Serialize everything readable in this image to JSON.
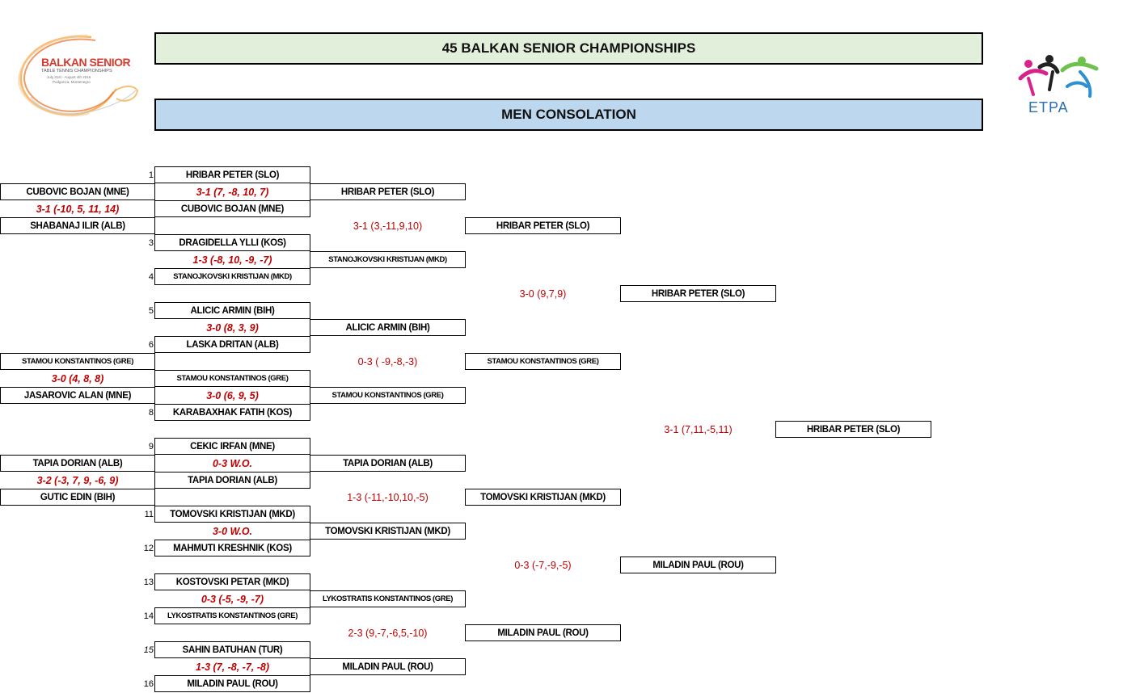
{
  "header": {
    "title": "45 BALKAN SENIOR CHAMPIONSHIPS",
    "subtitle": "MEN CONSOLATION"
  },
  "logo_left": {
    "line1": "BALKAN SENIOR",
    "line2": "TABLE TENNIS CHAMPIONSHIPS",
    "line3": "July 31st - August 4th 2016",
    "line4": "Podgorica, Montenegro"
  },
  "logo_right": {
    "text": "ETPA"
  },
  "colors": {
    "title_bg": "#e2efda",
    "subtitle_bg": "#bdd7ee",
    "score": "#c00000"
  },
  "seeds": [
    "1",
    "3",
    "4",
    "5",
    "6",
    "8",
    "9",
    "11",
    "12",
    "13",
    "14",
    "15",
    "16"
  ],
  "prelim": {
    "players": [
      "CUBOVIC BOJAN (MNE)",
      "SHABANAJ ILIR (ALB)",
      "STAMOU KONSTANTINOS (GRE)",
      "JASAROVIC ALAN (MNE)",
      "TAPIA DORIAN (ALB)",
      "GUTIC EDIN (BIH)"
    ],
    "scores": [
      "3-1 (-10, 5, 11, 14)",
      "3-0 (4, 8, 8)",
      "3-2 (-3, 7, 9, -6, 9)"
    ]
  },
  "round1": {
    "players": [
      "HRIBAR PETER (SLO)",
      "CUBOVIC BOJAN (MNE)",
      "DRAGIDELLA YLLI (KOS)",
      "STANOJKOVSKI KRISTIJAN (MKD)",
      "ALICIC ARMIN (BIH)",
      "LASKA DRITAN (ALB)",
      "STAMOU KONSTANTINOS (GRE)",
      "KARABAXHAK FATIH (KOS)",
      "CEKIC IRFAN (MNE)",
      "TAPIA DORIAN (ALB)",
      "TOMOVSKI KRISTIJAN (MKD)",
      "MAHMUTI KRESHNIK (KOS)",
      "KOSTOVSKI PETAR (MKD)",
      "LYKOSTRATIS KONSTANTINOS (GRE)",
      "SAHIN BATUHAN (TUR)",
      "MILADIN PAUL (ROU)"
    ],
    "scores": [
      "3-1 (7, -8, 10, 7)",
      "1-3 (-8, 10, -9, -7)",
      "3-0 (8, 3, 9)",
      "3-0 (6, 9, 5)",
      "0-3 W.O.",
      "3-0 W.O.",
      "0-3 (-5, -9, -7)",
      "1-3 (7, -8, -7, -8)"
    ]
  },
  "round2": {
    "players": [
      "HRIBAR PETER (SLO)",
      "STANOJKOVSKI KRISTIJAN (MKD)",
      "ALICIC ARMIN (BIH)",
      "STAMOU KONSTANTINOS (GRE)",
      "TAPIA DORIAN (ALB)",
      "TOMOVSKI KRISTIJAN (MKD)",
      "LYKOSTRATIS KONSTANTINOS (GRE)",
      "MILADIN PAUL (ROU)"
    ],
    "scores": [
      "3-1 (3,-11,9,10)",
      "0-3 ( -9,-8,-3)",
      "1-3 (-11,-10,10,-5)",
      "2-3 (9,-7,-6,5,-10)"
    ]
  },
  "round3": {
    "players": [
      "HRIBAR PETER (SLO)",
      "STAMOU KONSTANTINOS (GRE)",
      "TOMOVSKI KRISTIJAN (MKD)",
      "MILADIN PAUL (ROU)"
    ],
    "scores": [
      "3-0  (9,7,9)",
      "0-3 (-7,-9,-5)"
    ]
  },
  "semifinal": {
    "players": [
      "HRIBAR PETER (SLO)",
      "MILADIN PAUL (ROU)"
    ],
    "score": "3-1 (7,11,-5,11)"
  },
  "final": {
    "player": "HRIBAR PETER (SLO)"
  }
}
